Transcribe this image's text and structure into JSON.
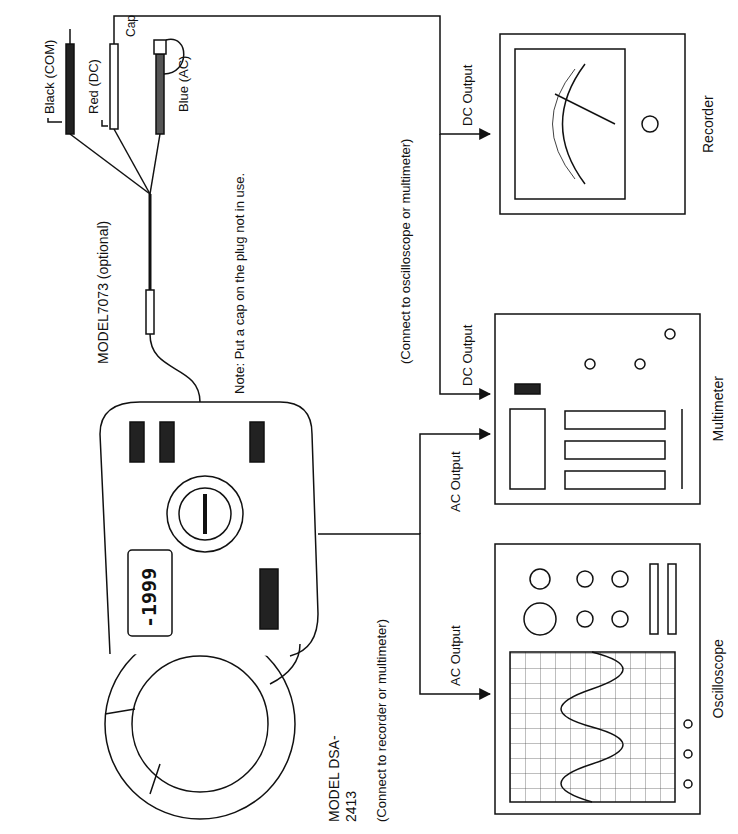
{
  "diagram": {
    "labels": [
      "MODEL7073 (optional)",
      "Black (COM)",
      "Red (DC)",
      "Cap",
      "Blue (AC)",
      "Note: Put a cap on the plug not in use.",
      "(Connect to oscilloscope or multimeter)",
      "MODEL DSA-2413",
      "(Connect to recorder or multimeter)",
      "-1999",
      "AC Output",
      "AC Output",
      "DC Output",
      "DC Output",
      "Oscilloscope",
      "Multimeter",
      "Recorder"
    ]
  }
}
